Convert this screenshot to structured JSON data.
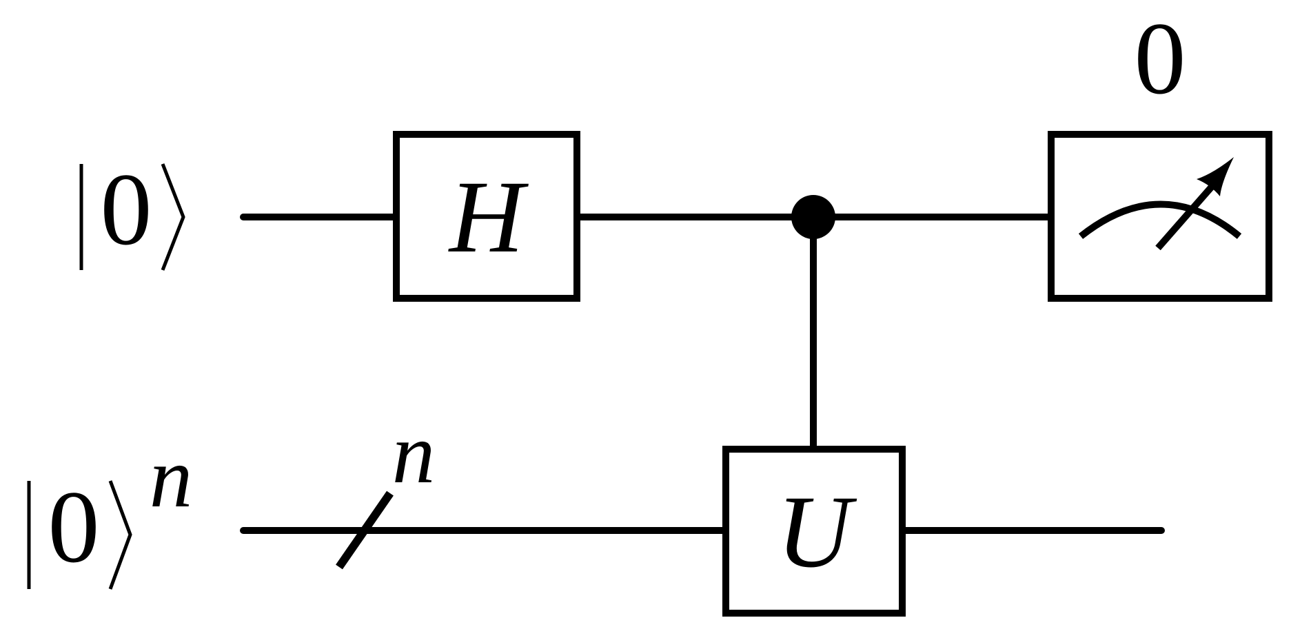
{
  "diagram": {
    "title": "",
    "qubits": [
      {
        "ket_open": "|",
        "ket_value": "0",
        "ket_close": "⟩",
        "superscript": ""
      },
      {
        "ket_open": "|",
        "ket_value": "0",
        "ket_close": "⟩",
        "superscript": "n"
      }
    ],
    "bus_label": "n",
    "gates": {
      "hadamard": "H",
      "unitary": "U"
    },
    "measurement_result": "0",
    "icons": {
      "control": "control-dot-icon",
      "meter": "measurement-meter-icon",
      "bus_slash": "multi-qubit-slash-icon"
    },
    "colors": {
      "stroke": "#000000",
      "background": "#ffffff"
    }
  }
}
